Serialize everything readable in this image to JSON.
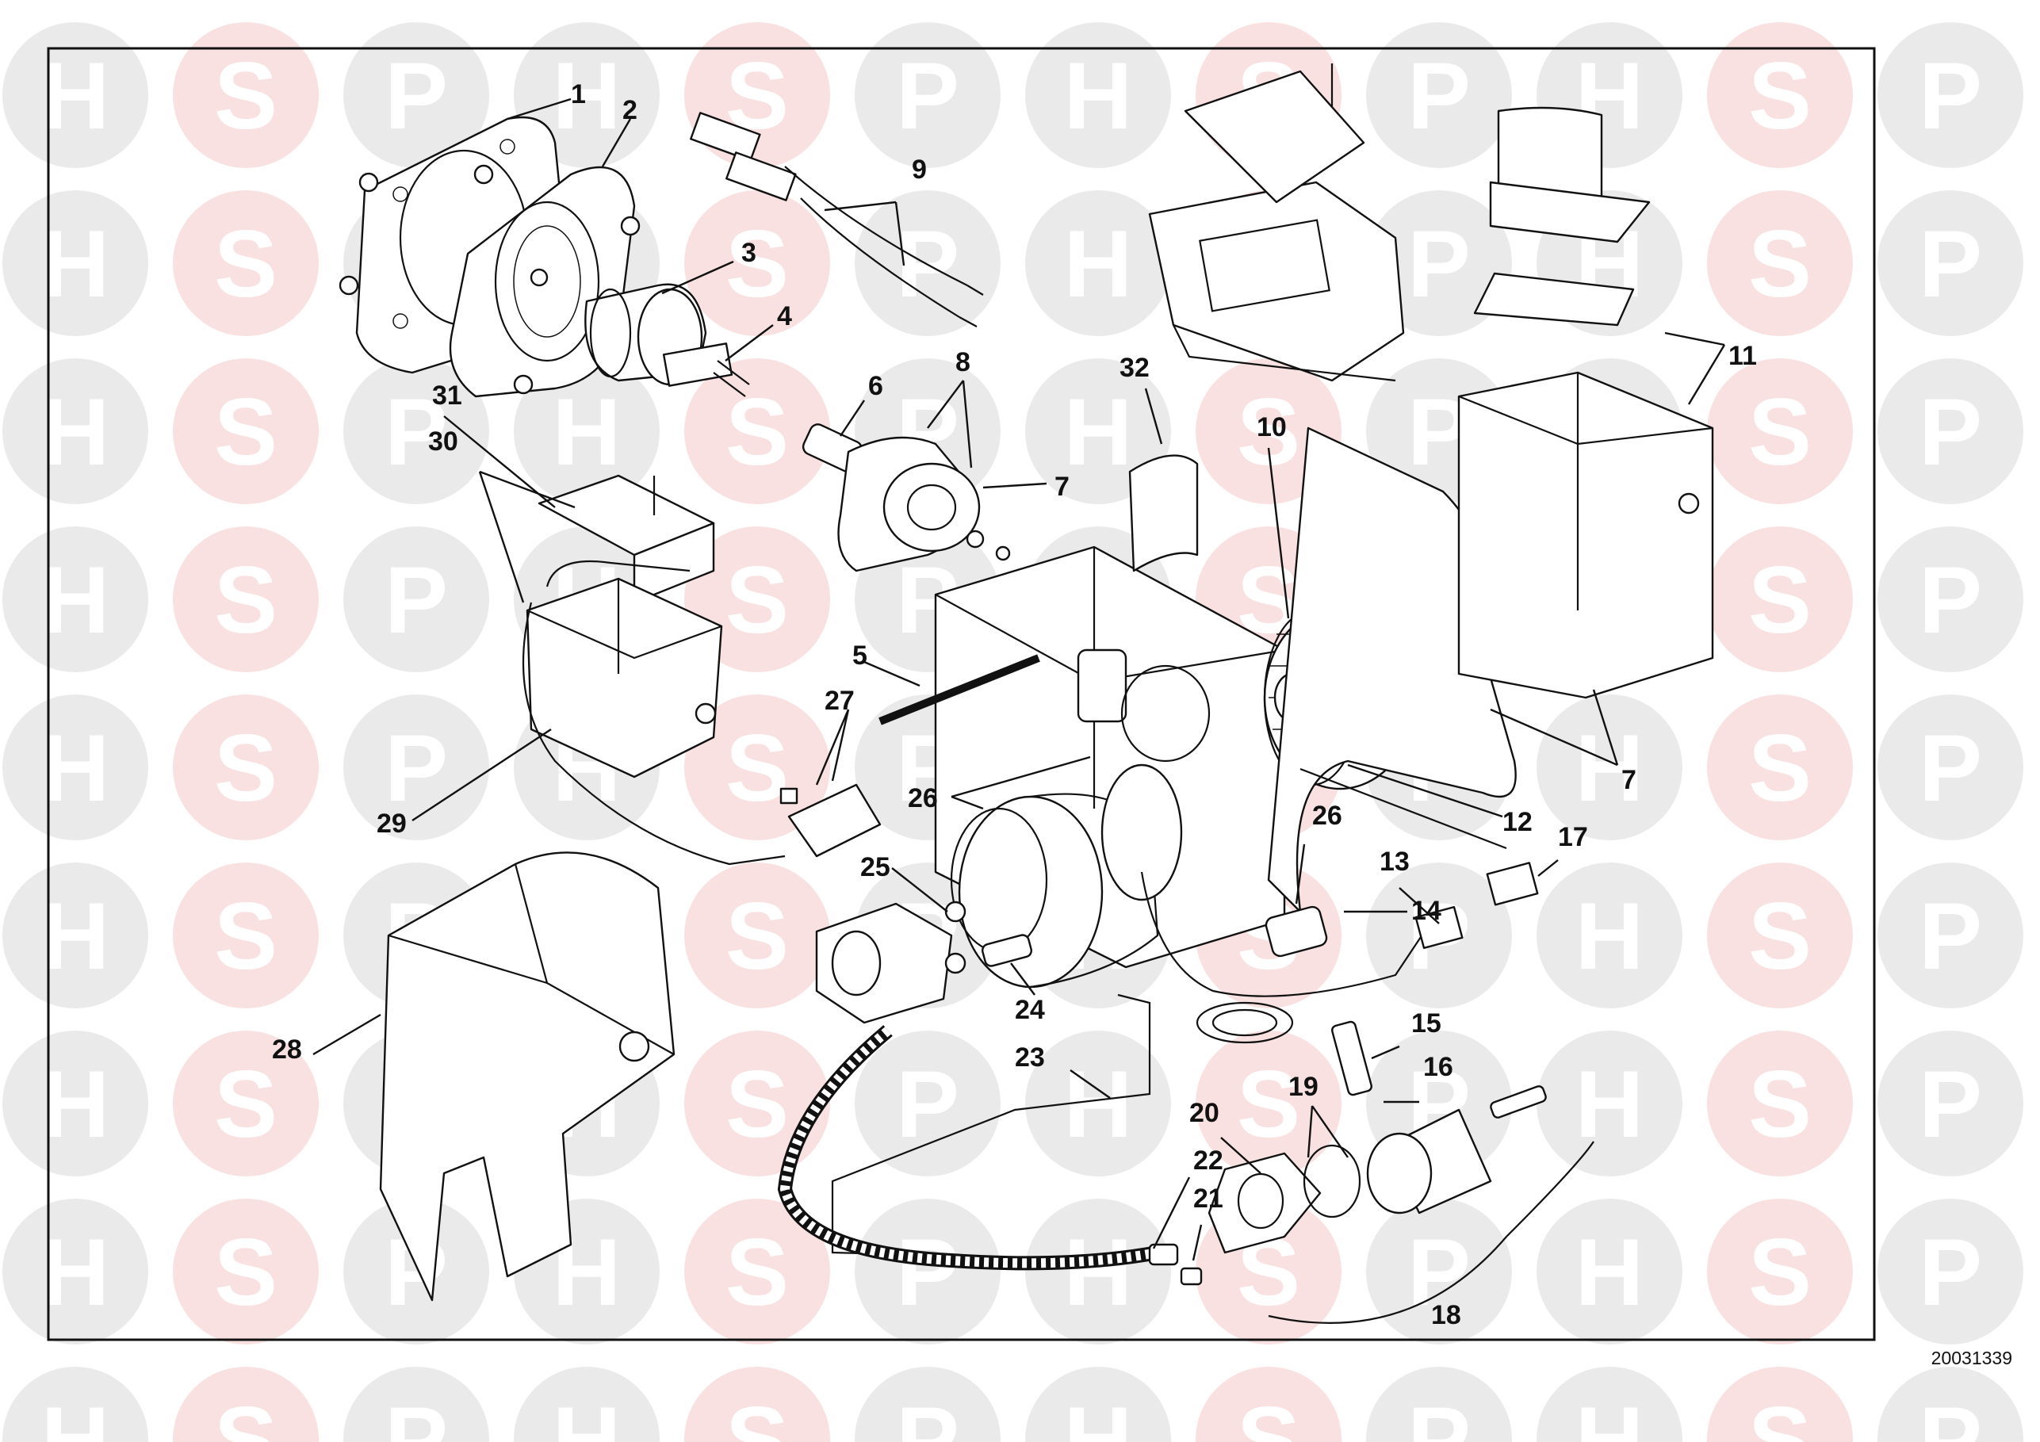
{
  "watermark": {
    "letters": [
      "H",
      "S",
      "P"
    ],
    "color_h": "#d9d9d9",
    "color_s": "#f3c9c7",
    "color_p": "#d9d9d9"
  },
  "drawing_number": "20031339",
  "callouts": [
    "1",
    "2",
    "3",
    "4",
    "5",
    "6",
    "7",
    "7",
    "8",
    "9",
    "10",
    "11",
    "12",
    "13",
    "14",
    "15",
    "16",
    "17",
    "18",
    "19",
    "20",
    "21",
    "22",
    "23",
    "24",
    "25",
    "26",
    "26",
    "27",
    "28",
    "29",
    "30",
    "31",
    "32"
  ]
}
